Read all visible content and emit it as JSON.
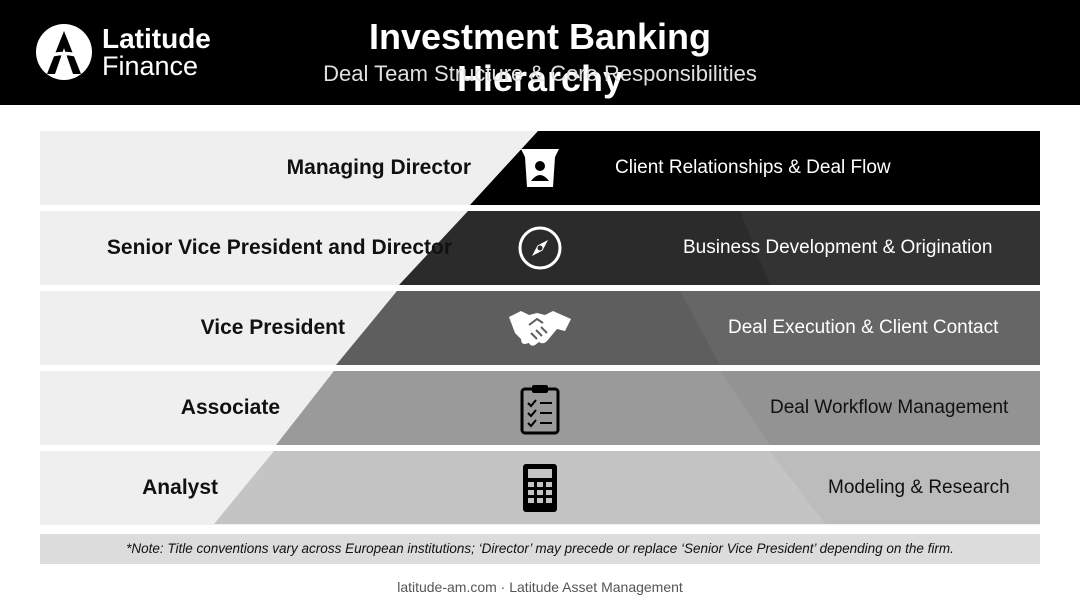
{
  "header": {
    "logo_word1": "Latitude",
    "logo_word2": "Finance",
    "title": "Investment Banking Hierarchy",
    "subtitle": "Deal Team Structure & Core Responsibilities"
  },
  "levels": [
    {
      "role": "Managing Director",
      "responsibility": "Client Relationships & Deal Flow",
      "icon": "keystone-person-icon",
      "fill": "#000000"
    },
    {
      "role": "Senior Vice President and Director",
      "responsibility": "Business Development & Origination",
      "icon": "compass-icon",
      "fill": "#2b2b2b"
    },
    {
      "role": "Vice President",
      "responsibility": "Deal Execution & Client Contact",
      "icon": "handshake-icon",
      "fill": "#5e5e5e"
    },
    {
      "role": "Associate",
      "responsibility": "Deal Workflow Management",
      "icon": "clipboard-checklist-icon",
      "fill": "#9a9a9a"
    },
    {
      "role": "Analyst",
      "responsibility": "Modeling & Research",
      "icon": "calculator-icon",
      "fill": "#c4c4c4"
    }
  ],
  "note": "*Note: Title conventions vary across European institutions; ‘Director’ may precede or replace ‘Senior Vice President’ depending on the firm.",
  "footer": "latitude-am.com · Latitude Asset Management"
}
